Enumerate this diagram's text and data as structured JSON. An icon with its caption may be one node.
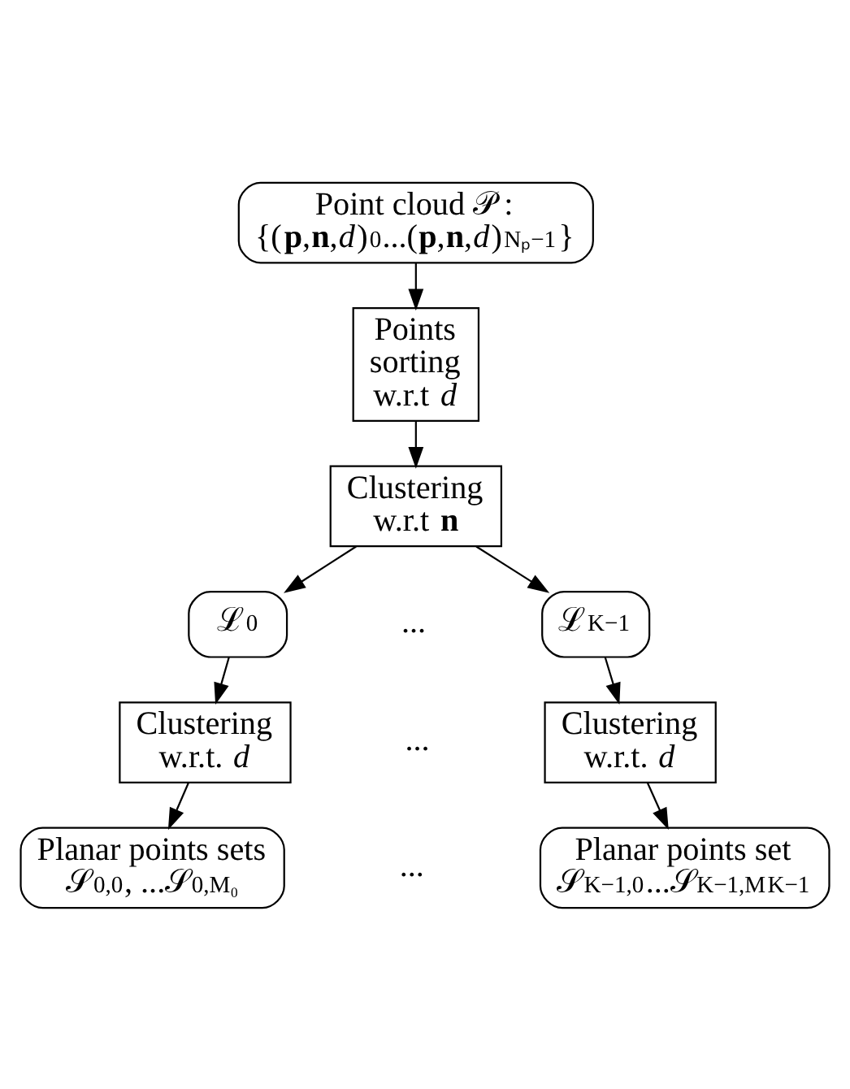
{
  "diagram": {
    "nodes": [
      {
        "text": [
          "Point cloud 𝒫 :",
          "{(**p**,**n**,*d*)$_{0}$...(**p**,**n**,*d*)$_{Nₚ−1}$}"
        ]
      },
      {
        "text": [
          "Points sorting w.r.t *d*"
        ]
      },
      {
        "text": [
          "Clustering w.r.t **n**"
        ]
      },
      {
        "text": [
          "ℒ$_{0}$"
        ]
      },
      {
        "text": [
          "ℒ$_{K−1}$"
        ]
      },
      {
        "text": [
          "Clustering w.r.t. *d*"
        ]
      },
      {
        "text": [
          "Clustering w.r.t. *d*"
        ]
      },
      {
        "text": [
          "Planar points sets",
          "𝒮$_{0,0}$, ...𝒮$_{0,M₀}$"
        ]
      },
      {
        "text": [
          "Planar points set",
          "𝒮$_{K−1,0}$...𝒮$_{K−1,M}$$_{K−1}$"
        ]
      }
    ],
    "edges": [
      {
        "from": 0,
        "to": 1,
        "arrow": "to"
      },
      {
        "from": 1,
        "to": 2,
        "arrow": "to"
      },
      {
        "from": 2,
        "to": 3,
        "arrow": "to"
      },
      {
        "from": 2,
        "to": 4,
        "arrow": "to"
      },
      {
        "from": 3,
        "to": 5,
        "arrow": "to"
      },
      {
        "from": 4,
        "to": 6,
        "arrow": "to"
      },
      {
        "from": 5,
        "to": 7,
        "arrow": "to"
      },
      {
        "from": 6,
        "to": 8,
        "arrow": "to"
      }
    ],
    "labels": [
      "...",
      "...",
      "..."
    ]
  }
}
